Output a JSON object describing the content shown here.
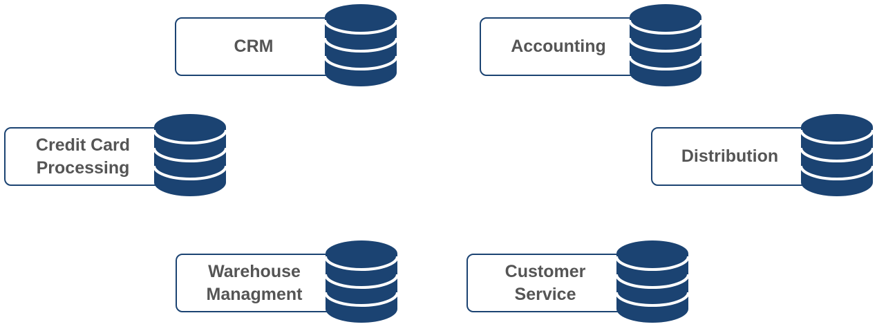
{
  "colors": {
    "db": "#1b4372",
    "text": "#555555",
    "border": "#1b4372"
  },
  "nodes": [
    {
      "label": "CRM",
      "icon": "database-icon"
    },
    {
      "label": "Accounting",
      "icon": "database-icon"
    },
    {
      "label": "Credit Card\nProcessing",
      "icon": "database-icon"
    },
    {
      "label": "Distribution",
      "icon": "database-icon"
    },
    {
      "label": "Warehouse\nManagment",
      "icon": "database-icon"
    },
    {
      "label": "Customer\nService",
      "icon": "database-icon"
    }
  ]
}
